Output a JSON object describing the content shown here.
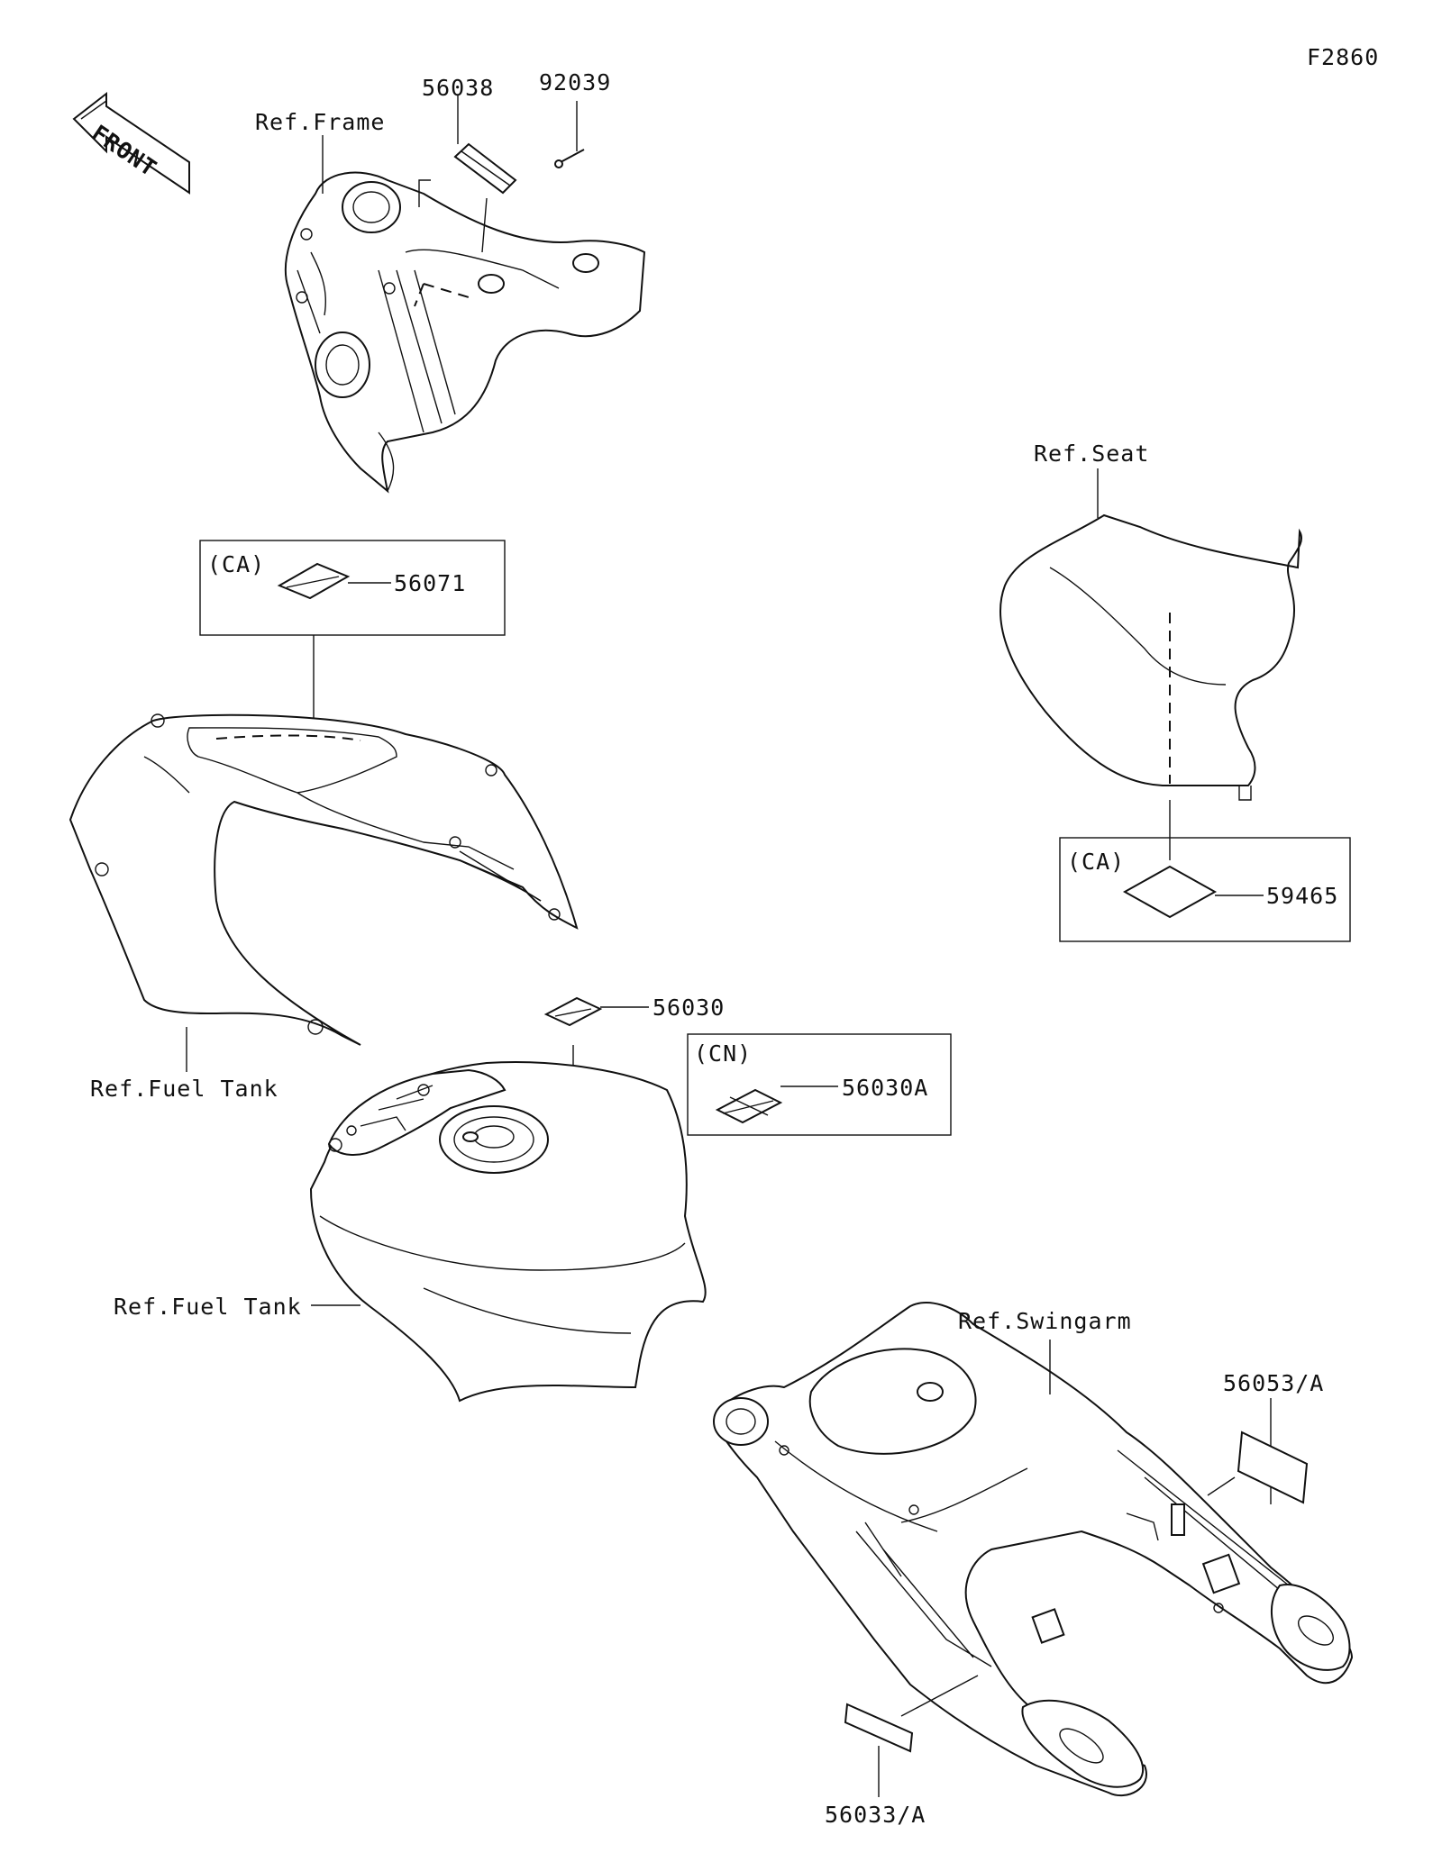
{
  "diagram_id": "F2860",
  "front_arrow": "FRONT",
  "refs": {
    "frame": "Ref.Frame",
    "seat": "Ref.Seat",
    "fuel_tank_cover": "Ref.Fuel Tank",
    "fuel_tank": "Ref.Fuel Tank",
    "swingarm": "Ref.Swingarm"
  },
  "parts": {
    "p56038": "56038",
    "p92039": "92039",
    "p56071": "56071",
    "p59465": "59465",
    "p56030": "56030",
    "p56030A": "56030A",
    "p56053A": "56053/A",
    "p56033A": "56033/A"
  },
  "regions": {
    "ca_tank": "(CA)",
    "ca_seat": "(CA)",
    "cn": "(CN)"
  }
}
